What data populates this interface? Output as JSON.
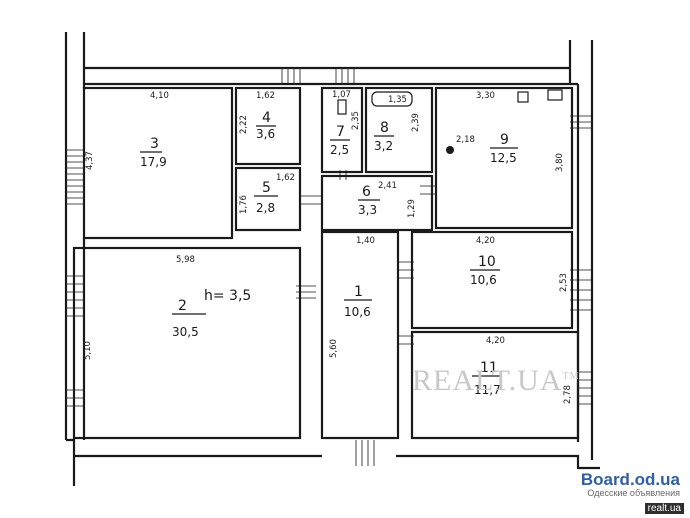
{
  "rooms": [
    {
      "id": "r3",
      "number": "3",
      "area": "17,9"
    },
    {
      "id": "r4",
      "number": "4",
      "area": "3,6"
    },
    {
      "id": "r5",
      "number": "5",
      "area": "2,8"
    },
    {
      "id": "r7",
      "number": "7",
      "area": "2,5"
    },
    {
      "id": "r8",
      "number": "8",
      "area": "3,2"
    },
    {
      "id": "r9",
      "number": "9",
      "area": "12,5"
    },
    {
      "id": "r6",
      "number": "6",
      "area": "3,3"
    },
    {
      "id": "r2",
      "number": "2",
      "area": "30,5"
    },
    {
      "id": "r1",
      "number": "1",
      "area": "10,6"
    },
    {
      "id": "r10",
      "number": "10",
      "area": "10,6"
    },
    {
      "id": "r11",
      "number": "11",
      "area": "11,7"
    }
  ],
  "ceiling_height": "h= 3,5",
  "dimensions": {
    "d410": "4,10",
    "d437": "4,37",
    "d162a": "1,62",
    "d222": "2,22",
    "d162b": "1,62",
    "d176": "1,76",
    "d598": "5,98",
    "d510": "5,10",
    "d107": "1,07",
    "d235": "2,35",
    "d135": "1,35",
    "d239": "2,39",
    "d330": "3,30",
    "d380": "3,80",
    "d218": "2,18",
    "d241": "2,41",
    "d129": "1,29",
    "d140": "1,40",
    "d420a": "4,20",
    "d253": "2,53",
    "d560": "5,60",
    "d420b": "4,20",
    "d278": "2,78"
  },
  "watermark": {
    "text": "REALT.UA",
    "mark": "TM"
  },
  "brand": {
    "main": "Board.od.ua",
    "sub": "Одесские объявления",
    "site": "realt.ua"
  }
}
